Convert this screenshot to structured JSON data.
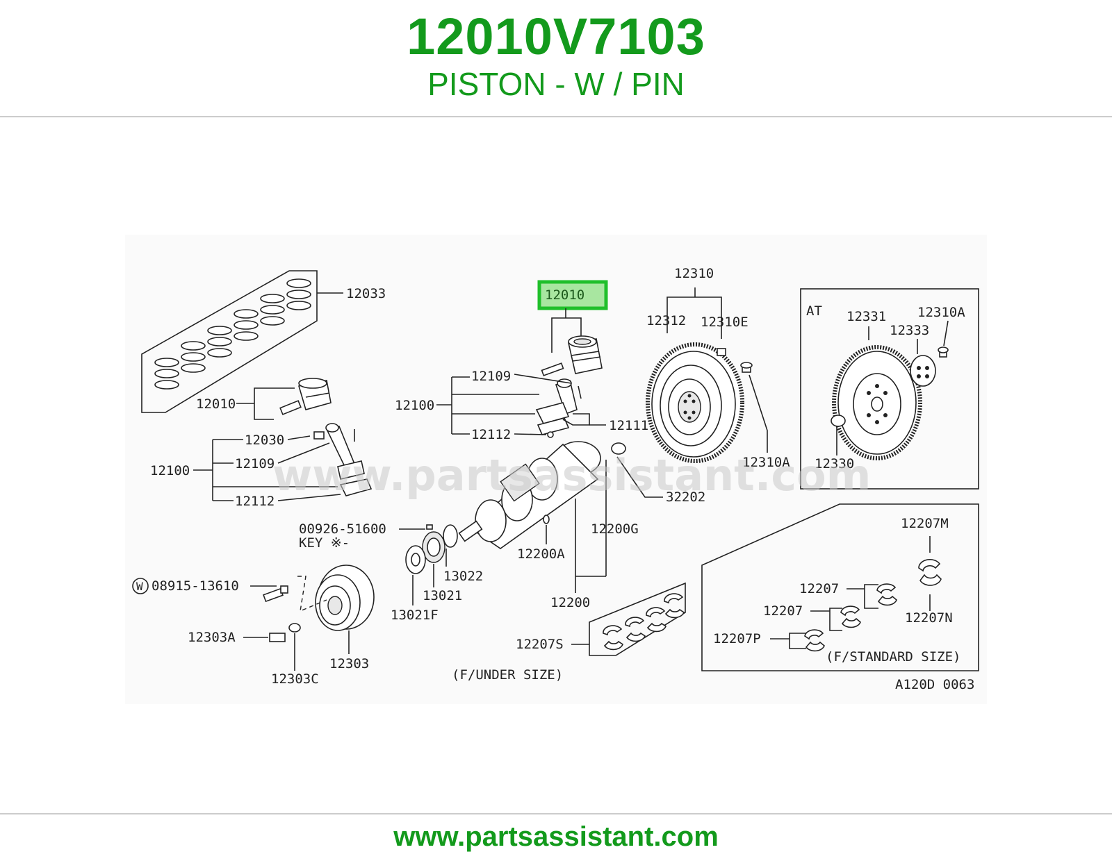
{
  "header": {
    "part_number": "12010V7103",
    "description": "PISTON - W / PIN"
  },
  "diagram": {
    "highlighted_callout": "12010",
    "watermark": "www.partsassistant.com",
    "drawing_code": "A120D 0063",
    "callouts": {
      "c12033": "12033",
      "c12010_left": "12010",
      "c12030": "12030",
      "c12100_left": "12100",
      "c12109_left": "12109",
      "c12112_left": "12112",
      "c12109_mid": "12109",
      "c12100_mid": "12100",
      "c12112_mid": "12112",
      "c12111": "12111",
      "c12310": "12310",
      "c12312": "12312",
      "c12310E": "12310E",
      "c12310A_main": "12310A",
      "c32202": "32202",
      "c00926": "00926-51600",
      "key_label": "KEY ※-",
      "c12200G": "12200G",
      "c12200A": "12200A",
      "c12200": "12200",
      "c13022": "13022",
      "c13021": "13021",
      "c13021F": "13021F",
      "c08915": "08915-13610",
      "washer_mark": "W",
      "c12303A": "12303A",
      "c12303": "12303",
      "c12303C": "12303C",
      "c12207S": "12207S",
      "under_size": "(F/UNDER SIZE)",
      "at_label": "AT",
      "c12331": "12331",
      "c12310A_at": "12310A",
      "c12333": "12333",
      "c12330": "12330",
      "c12207M": "12207M",
      "c12207_a": "12207",
      "c12207_b": "12207",
      "c12207N": "12207N",
      "c12207P": "12207P",
      "standard_size": "(F/STANDARD SIZE)"
    }
  },
  "footer": {
    "url": "www.partsassistant.com"
  },
  "colors": {
    "brand_green": "#139a1c",
    "highlight_green": "#1fbf2a",
    "highlight_fill": "#a8e6a0"
  }
}
